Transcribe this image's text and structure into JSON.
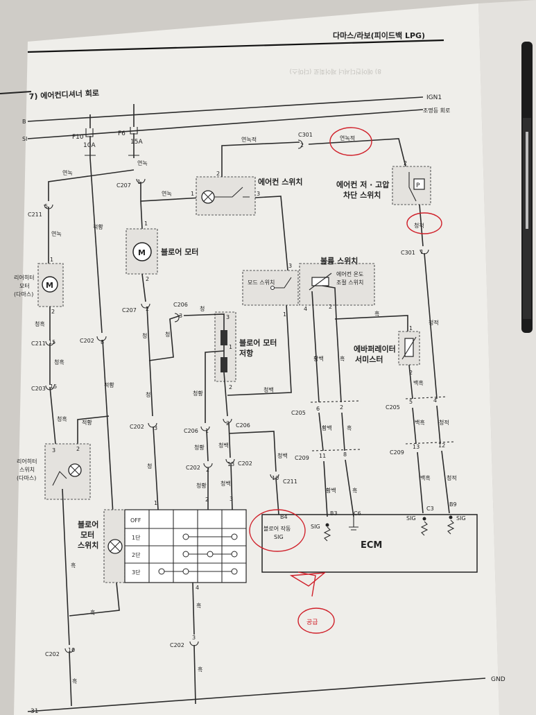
{
  "header": {
    "model": "다마스/라보(피이드백 LPG)",
    "title": "7) 에어컨디셔너 회로",
    "mirror_text": "8) 에어컨디셔너 제어회로 (다마스)",
    "page_number": "31"
  },
  "rails": {
    "ign1": "IGN1",
    "illum": "조명등 회로",
    "gnd": "GND",
    "b_left": "B",
    "s_left": "SI"
  },
  "fuses": [
    {
      "name": "F10",
      "rating": "10A"
    },
    {
      "name": "F6",
      "rating": "15A"
    }
  ],
  "components": {
    "ac_switch": "에어컨 스위치",
    "pressure_switch_line1": "에어컨 저 · 고압",
    "pressure_switch_line2": "차단 스위치",
    "pressure_p": "P",
    "blower_motor": "블로어 모터",
    "blower_resistor_line1": "블로어 모터",
    "blower_resistor_line2": "저항",
    "volume_switch": "볼륨 스위치",
    "mode_switch": "모드 스위치",
    "temp_switch_line1": "에어컨 온도",
    "temp_switch_line2": "조절 스위치",
    "evap_line1": "에바퍼레이터",
    "evap_line2": "서미스터",
    "rear_heater_line1": "리어히터",
    "rear_heater_line2": "모터",
    "rear_heater_line3": "(다마스)",
    "rear_sw_line1": "리어히터",
    "rear_sw_line2": "스위치",
    "rear_sw_line3": "(다마스)",
    "blower_sw_line1": "블로어",
    "blower_sw_line2": "모터",
    "blower_sw_line3": "스위치",
    "motor_m": "M",
    "ecm": "ECM",
    "ecm_b4_line1": "블로어 작동",
    "ecm_b4_line2": "SIG",
    "sig": "SIG",
    "handwritten_note": "공급"
  },
  "blower_switch_rows": [
    "OFF",
    "1단",
    "2단",
    "3단"
  ],
  "connectors": {
    "c301": "C301",
    "c207": "C207",
    "c206": "C206",
    "c211": "C211",
    "c202": "C202",
    "c203": "C203",
    "c205": "C205",
    "c209": "C209",
    "b4": "B4",
    "b3": "B3",
    "c6": "C6",
    "c3": "C3",
    "b9": "B9"
  },
  "pins": [
    "1",
    "2",
    "3",
    "4",
    "5",
    "6",
    "8",
    "10",
    "11",
    "12",
    "13",
    "15"
  ],
  "wire_colors": {
    "yeon_nok": "연녹",
    "yeon_nok_jeok": "연녹적",
    "cheong_jeok": "청적",
    "cheong": "청",
    "cheong_hwang": "청황",
    "cheong_baek": "청백",
    "jeok_hwang": "적황",
    "cheong_heuk": "청흑",
    "hwang_baek": "황백",
    "heuk": "흑",
    "baek_heuk": "백흑"
  }
}
